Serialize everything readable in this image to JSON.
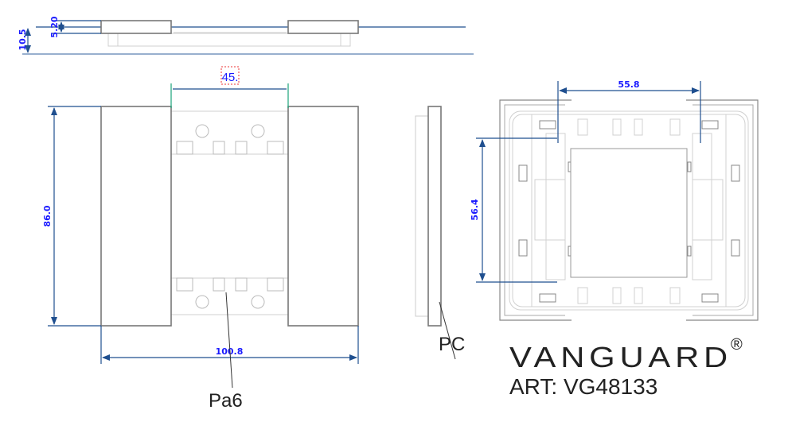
{
  "dimensions": {
    "top_thickness": "5.20",
    "total_depth": "10.5",
    "module_width": "45.",
    "height": "86.0",
    "width": "100.8",
    "mount_horizontal": "55.8",
    "mount_vertical": "56.4"
  },
  "materials": {
    "cover": "PC",
    "frame": "Pa6"
  },
  "brand": {
    "name": "VANGUARD",
    "registered": "®",
    "article": "ART: VG48133"
  },
  "colors": {
    "dimension_text": "#1a1aff",
    "dimension_line": "#1f4f8f",
    "outline": "#777777"
  }
}
